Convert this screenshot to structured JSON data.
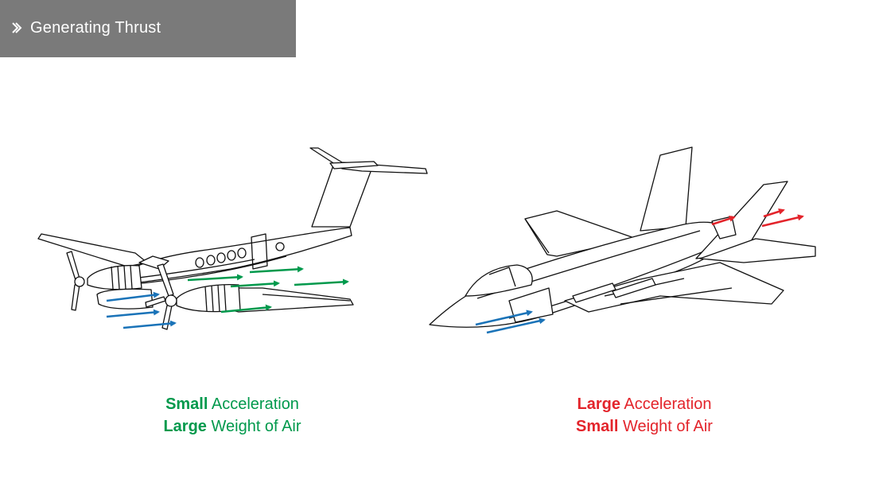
{
  "header": {
    "title": "Generating Thrust",
    "icon": "double-chevron-right-icon",
    "background": "#7a7a7a"
  },
  "left_aircraft": {
    "caption": {
      "line1_bold": "Small",
      "line1_rest": " Acceleration",
      "line2_bold": "Large",
      "line2_rest": " Weight of Air"
    },
    "caption_color": "#00994c",
    "inflow_color": "#1a73b8",
    "outflow_color": "#00994c"
  },
  "right_aircraft": {
    "caption": {
      "line1_bold": "Large",
      "line1_rest": " Acceleration",
      "line2_bold": "Small",
      "line2_rest": " Weight of Air"
    },
    "caption_color": "#e3242b",
    "inflow_color": "#1a73b8",
    "outflow_color": "#e3242b"
  }
}
